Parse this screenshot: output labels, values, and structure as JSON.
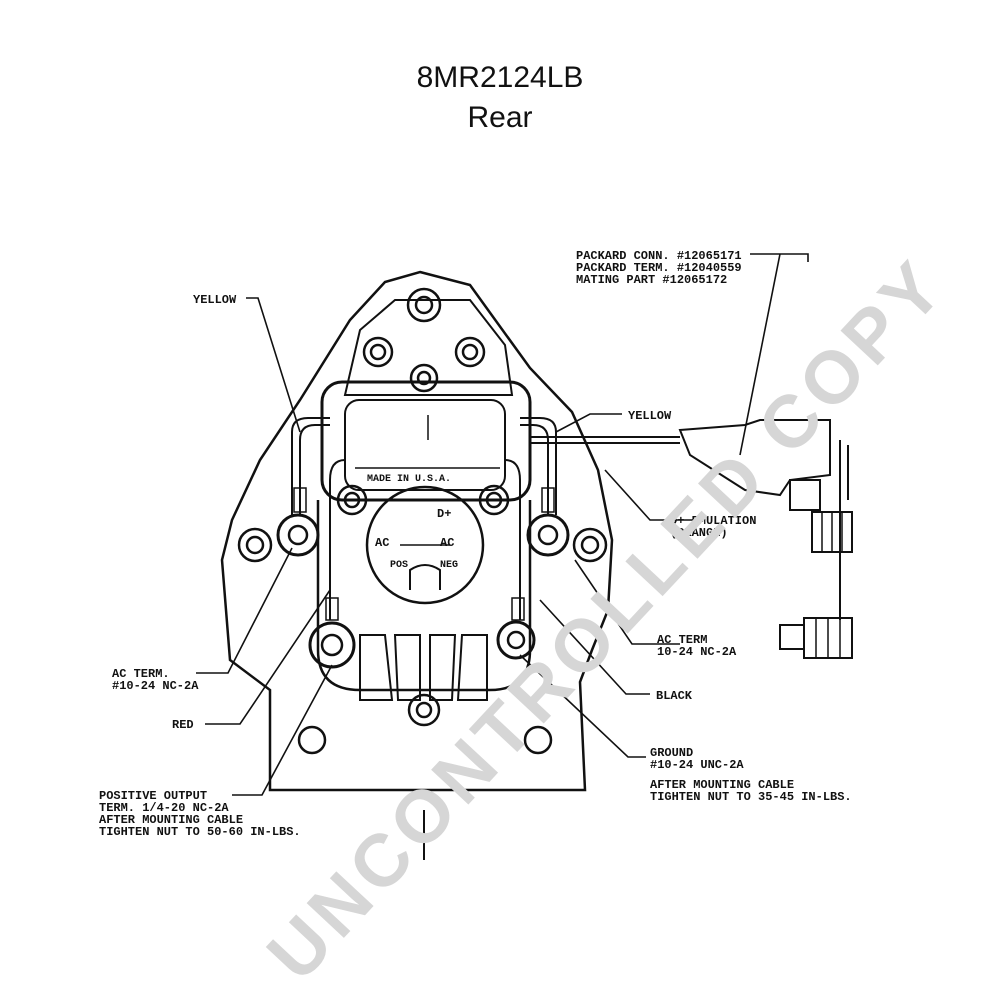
{
  "title": "8MR2124LB",
  "subtitle": "Rear",
  "watermark": "UNCONTROLLED COPY",
  "callouts": {
    "packard_1": "PACKARD CONN. #12065171",
    "packard_2": "PACKARD TERM. #12040559",
    "packard_3": "MATING PART #12065172",
    "yellow_left": "YELLOW",
    "yellow_right": "YELLOW",
    "d_plus_1": "D+ EMULATION",
    "d_plus_2": "(ORANGE)",
    "ac_term_right_1": "AC TERM",
    "ac_term_right_2": "10-24 NC-2A",
    "black": "BLACK",
    "ground_1": "GROUND",
    "ground_2": "#10-24 UNC-2A",
    "ground_3": "AFTER MOUNTING CABLE",
    "ground_4": "TIGHTEN NUT TO 35-45 IN-LBS.",
    "ac_term_left_1": "AC TERM.",
    "ac_term_left_2": "#10-24 NC-2A",
    "red": "RED",
    "pos_out_1": "POSITIVE OUTPUT",
    "pos_out_2": "TERM. 1/4-20 NC-2A",
    "pos_out_3": "AFTER MOUNTING CABLE",
    "pos_out_4": "TIGHTEN NUT TO 50-60 IN-LBS."
  },
  "panel": {
    "d_plus": "D+",
    "ac_left": "AC",
    "ac_right": "AC",
    "pos": "POS",
    "neg": "NEG",
    "made_in": "MADE IN U.S.A."
  },
  "colors": {
    "line": "#111111",
    "watermark": "#d6d6d6"
  }
}
